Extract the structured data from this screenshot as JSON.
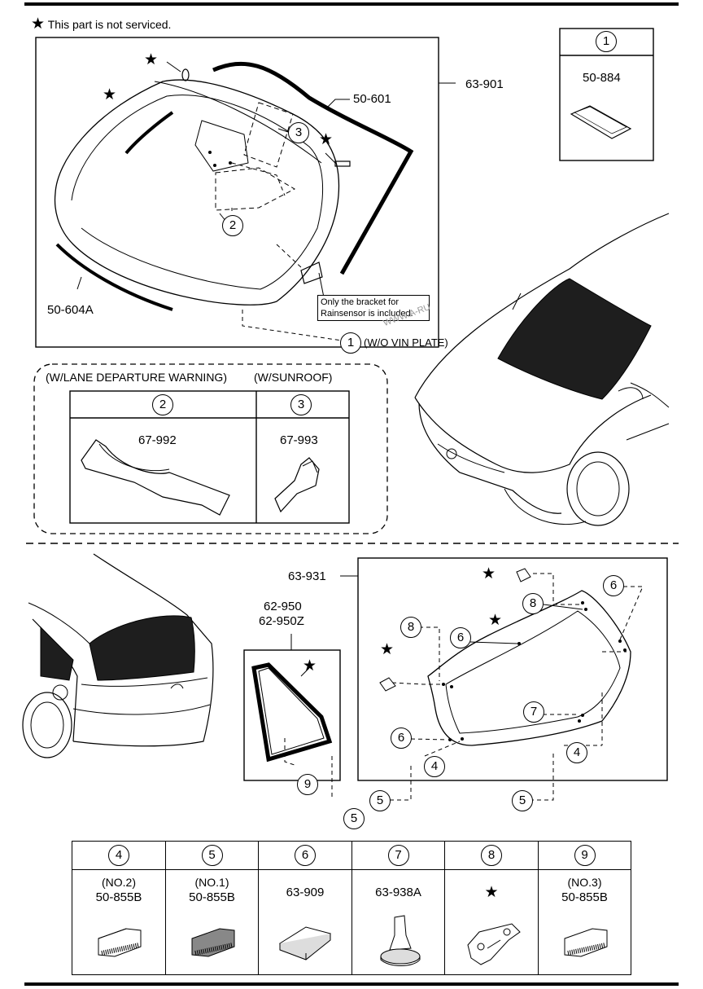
{
  "note": {
    "star": "★",
    "text": "This part is not serviced."
  },
  "windshield": {
    "part_assembly": "63-901",
    "glass": "50-601",
    "molding": "50-604A",
    "bracket_note_line1": "Only the bracket for",
    "bracket_note_line2": "Rainsensor is included.",
    "ref1_note": "(W/O VIN PLATE)",
    "callouts": {
      "c1": "1",
      "c2": "2",
      "c3": "3"
    },
    "star": "★"
  },
  "sticker_box": {
    "number": "1",
    "part": "50-884"
  },
  "options_box": {
    "title_lane": "(W/LANE DEPARTURE WARNING)",
    "title_sunroof": "(W/SUNROOF)",
    "col2": {
      "number": "2",
      "part": "67-992"
    },
    "col3": {
      "number": "3",
      "part": "67-993"
    }
  },
  "rear": {
    "liftgate_glass": "63-931",
    "quarter_glass_line1": "62-950",
    "quarter_glass_line2": "62-950Z",
    "callouts": [
      "4",
      "5",
      "6",
      "7",
      "8",
      "9"
    ],
    "star": "★"
  },
  "parts_table": [
    {
      "number": "4",
      "line1": "(NO.2)",
      "line2": "50-855B"
    },
    {
      "number": "5",
      "line1": "(NO.1)",
      "line2": "50-855B"
    },
    {
      "number": "6",
      "line1": "",
      "line2": "63-909"
    },
    {
      "number": "7",
      "line1": "",
      "line2": "63-938A"
    },
    {
      "number": "8",
      "line1": "★",
      "line2": ""
    },
    {
      "number": "9",
      "line1": "(NO.3)",
      "line2": "50-855B"
    }
  ],
  "watermark": "WWW.A-RU",
  "icon": "star-icon"
}
